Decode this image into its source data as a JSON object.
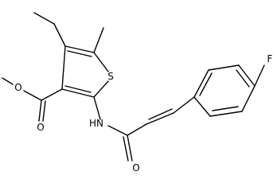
{
  "structure": {
    "atoms": {
      "methoxy_O": "O",
      "carbonyl_O_ester": "O",
      "thiophene_S": "S",
      "amide_N": "HN",
      "amide_O": "O",
      "fluorine": "F"
    },
    "colors": {
      "bond": "#000000",
      "label": "#000000",
      "background": "#ffffff"
    }
  }
}
